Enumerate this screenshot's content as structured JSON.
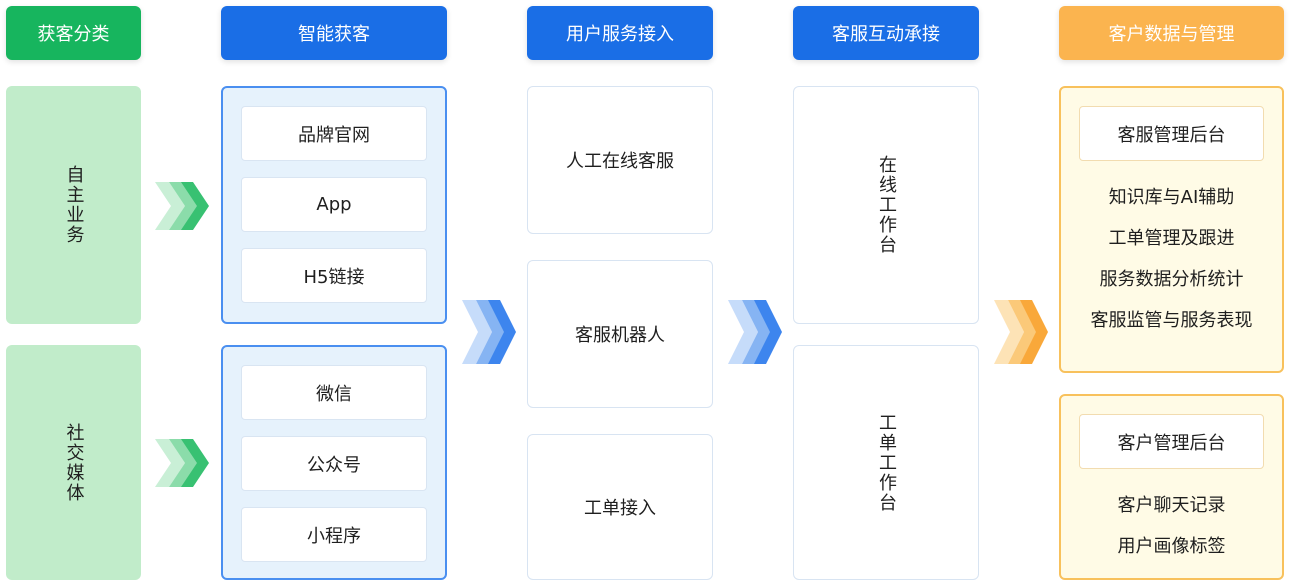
{
  "headers": {
    "col1": "获客分类",
    "col2": "智能获客",
    "col3": "用户服务接入",
    "col4": "客服互动承接",
    "col5": "客户数据与管理"
  },
  "categories": {
    "self_business": "自主业务",
    "social_media": "社交媒体"
  },
  "acquisition": {
    "self_items": [
      "品牌官网",
      "App",
      "H5链接"
    ],
    "social_items": [
      "微信",
      "公众号",
      "小程序"
    ]
  },
  "access": [
    "人工在线客服",
    "客服机器人",
    "工单接入"
  ],
  "workbench": {
    "online": "在线工作台",
    "ticket": "工单工作台"
  },
  "management": {
    "service_title": "客服管理后台",
    "service_items": [
      "知识库与AI辅助",
      "工单管理及跟进",
      "服务数据分析统计",
      "客服监管与服务表现"
    ],
    "customer_title": "客户管理后台",
    "customer_items": [
      "客户聊天记录",
      "用户画像标签"
    ]
  },
  "colors": {
    "green": "#17b55e",
    "blue": "#1a6ee6",
    "orange": "#fbb44f"
  }
}
